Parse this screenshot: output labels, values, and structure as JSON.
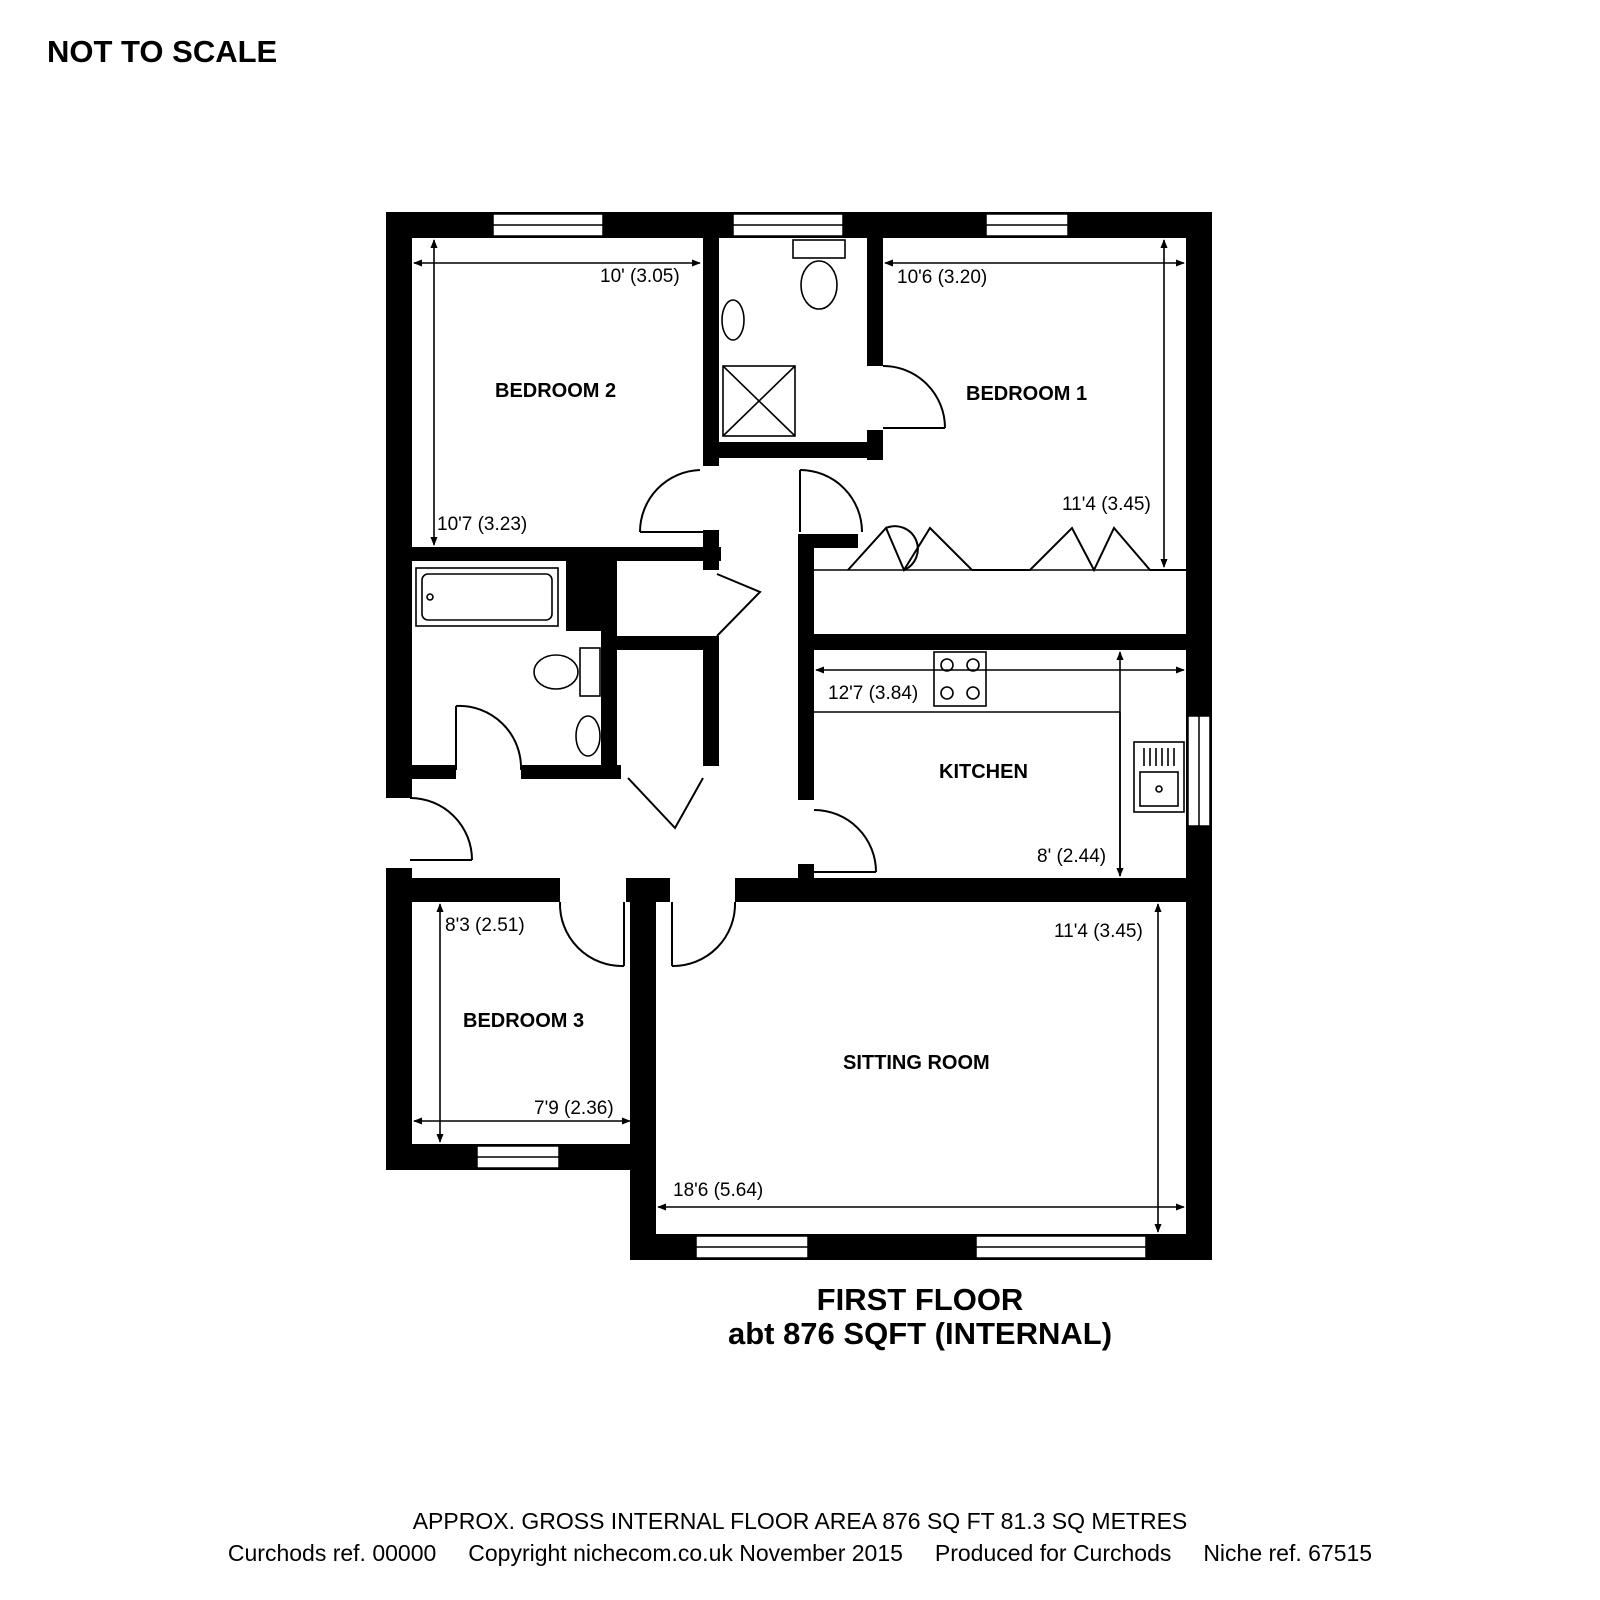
{
  "header": {
    "not_to_scale": "NOT TO SCALE"
  },
  "rooms": {
    "bedroom2": "BEDROOM 2",
    "bedroom1": "BEDROOM 1",
    "kitchen": "KITCHEN",
    "bedroom3": "BEDROOM 3",
    "sitting_room": "SITTING ROOM"
  },
  "dimensions": {
    "bed2_width": "10' (3.05)",
    "bed2_length": "10'7 (3.23)",
    "bed1_width": "10'6 (3.20)",
    "bed1_length": "11'4 (3.45)",
    "kitchen_width": "12'7 (3.84)",
    "kitchen_length": "8' (2.44)",
    "bed3_length": "8'3 (2.51)",
    "bed3_width": "7'9 (2.36)",
    "sitting_length": "11'4 (3.45)",
    "sitting_width": "18'6 (5.64)"
  },
  "floor": {
    "name": "FIRST FLOOR",
    "area": "abt 876 SQFT (INTERNAL)"
  },
  "footer": {
    "line1": "APPROX. GROSS INTERNAL FLOOR AREA 876 SQ FT 81.3 SQ METRES",
    "line2": "Curchods ref. 00000     Copyright nichecom.co.uk November 2015     Produced for Curchods     Niche ref. 67515"
  },
  "colors": {
    "wall": "#000000",
    "background": "#ffffff"
  }
}
